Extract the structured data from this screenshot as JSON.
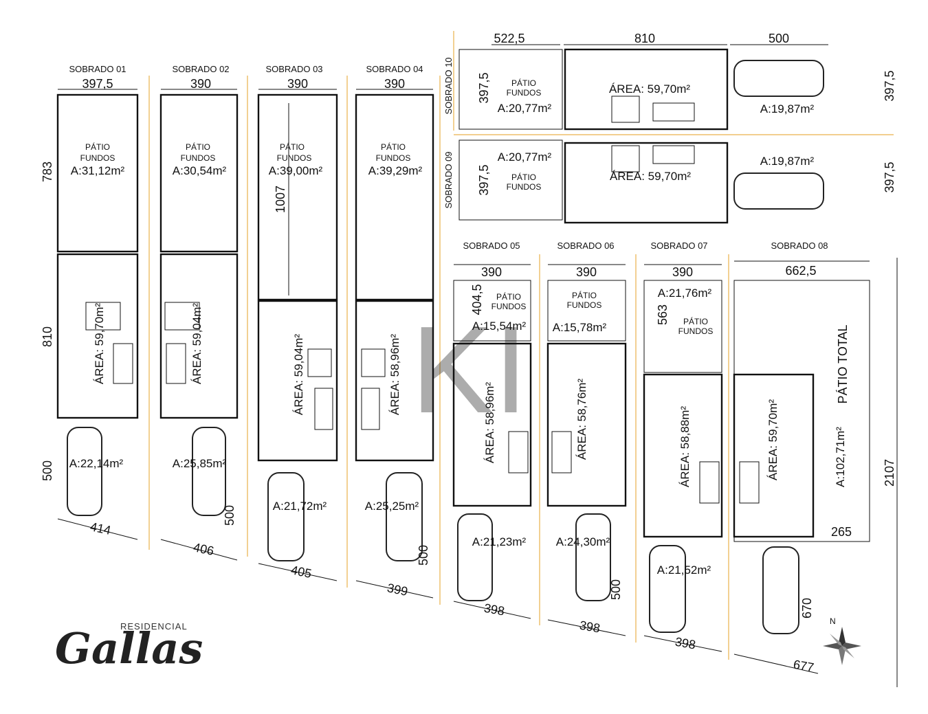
{
  "brand": {
    "tagline": "RESIDENCIAL",
    "name": "Gallas"
  },
  "watermark": "KI",
  "units": [
    {
      "title": "SOBRADO 01",
      "width": "397,5",
      "depth_back": "783",
      "depth_house": "810",
      "depth_front": "500",
      "bottom": "414",
      "patio_label": "PÁTIO FUNDOS",
      "patio_area": "A:31,12m²",
      "house_area": "ÁREA: 59,70m²",
      "garage_area": "A:22,14m²"
    },
    {
      "title": "SOBRADO 02",
      "width": "390",
      "depth_front": "500",
      "bottom": "406",
      "patio_label": "PÁTIO FUNDOS",
      "patio_area": "A:30,54m²",
      "house_area": "ÁREA: 59,04m²",
      "garage_area": "A:25,85m²"
    },
    {
      "title": "SOBRADO 03",
      "width": "390",
      "depth_back": "1007",
      "bottom": "405",
      "patio_label": "PÁTIO FUNDOS",
      "patio_area": "A:39,00m²",
      "house_area": "ÁREA: 59,04m²",
      "garage_area": "A:21,72m²"
    },
    {
      "title": "SOBRADO 04",
      "width": "390",
      "depth_front": "500",
      "bottom": "399",
      "patio_label": "PÁTIO FUNDOS",
      "patio_area": "A:39,29m²",
      "house_area": "ÁREA: 58,96m²",
      "garage_area": "A:25,25m²"
    },
    {
      "title": "SOBRADO 05",
      "width": "390",
      "depth_back": "404,5",
      "bottom": "398",
      "patio_label": "PÁTIO FUNDOS",
      "patio_area": "A:15,54m²",
      "house_area": "ÁREA: 58,96m²",
      "garage_area": "A:21,23m²"
    },
    {
      "title": "SOBRADO 06",
      "width": "390",
      "depth_front": "500",
      "bottom": "398",
      "patio_label": "PÁTIO FUNDOS",
      "patio_area": "A:15,78m²",
      "house_area": "ÁREA: 58,76m²",
      "garage_area": "A:24,30m²"
    },
    {
      "title": "SOBRADO 07",
      "width": "390",
      "depth_back": "563",
      "bottom": "398",
      "patio_label": "PÁTIO FUNDOS",
      "patio_area": "A:21,76m²",
      "house_area": "ÁREA: 58,88m²",
      "garage_area": "A:21,52m²"
    },
    {
      "title": "SOBRADO 08",
      "width": "662,5",
      "total_depth": "2107",
      "front_dim": "265",
      "depth_front": "670",
      "bottom": "677",
      "patio_label": "PÁTIO TOTAL",
      "patio_area": "A:102,71m²",
      "house_area": "ÁREA: 59,70m²"
    }
  ],
  "upper_units": [
    {
      "title": "SOBRADO 10",
      "patio_width": "522,5",
      "house_width": "810",
      "garage_width": "500",
      "depth": "397,5",
      "patio_label": "PÁTIO FUNDOS",
      "patio_area": "A:20,77m²",
      "house_area": "ÁREA: 59,70m²",
      "garage_area": "A:19,87m²"
    },
    {
      "title": "SOBRADO 09",
      "depth": "397,5",
      "patio_label": "PÁTIO FUNDOS",
      "patio_area": "A:20,77m²",
      "house_area": "ÁREA: 59,70m²",
      "garage_area": "A:19,87m²"
    }
  ],
  "colors": {
    "guide": "#e9b04a",
    "watermark": "#9fb7cc",
    "ink": "#111111"
  }
}
